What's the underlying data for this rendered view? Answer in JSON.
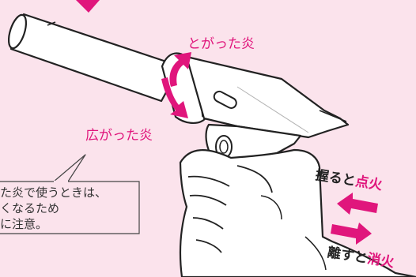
{
  "labels": {
    "narrow_flame": "とがった炎",
    "wide_flame": "広がった炎"
  },
  "note": {
    "line1": "た炎で使うときは、",
    "line2": "くなるため",
    "line3": "に注意。"
  },
  "grip": {
    "action": "握ると",
    "result": "点火"
  },
  "release": {
    "action": "離すと",
    "result": "消火"
  },
  "colors": {
    "accent": "#e0167c",
    "background": "#fbe3ec",
    "line": "#222222"
  }
}
